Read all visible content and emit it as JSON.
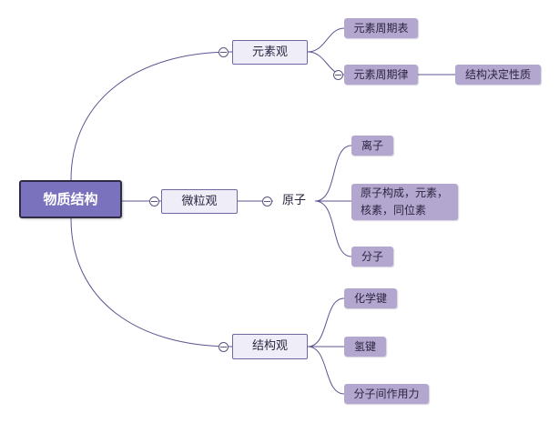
{
  "mindmap": {
    "root": "物质结构",
    "branches": {
      "element_view": {
        "label": "元素观",
        "children": {
          "periodic_table": "元素周期表",
          "periodic_law": "元素周期律"
        },
        "grandchildren": {
          "structure_determines": "结构决定性质"
        }
      },
      "particle_view": {
        "label": "微粒观",
        "atom": "原子",
        "children": {
          "ion": "离子",
          "atom_composition_line1": "原子构成，元素，",
          "atom_composition_line2": "核素，同位素",
          "molecule": "分子"
        }
      },
      "structure_view": {
        "label": "结构观",
        "children": {
          "chemical_bond": "化学键",
          "hydrogen_bond": "氢键",
          "intermolecular_force": "分子间作用力"
        }
      }
    }
  },
  "colors": {
    "root_fill": "#7b72bd",
    "branch_fill": "#efeef8",
    "leaf_fill": "#b4a7cf",
    "line": "#5c5690"
  }
}
